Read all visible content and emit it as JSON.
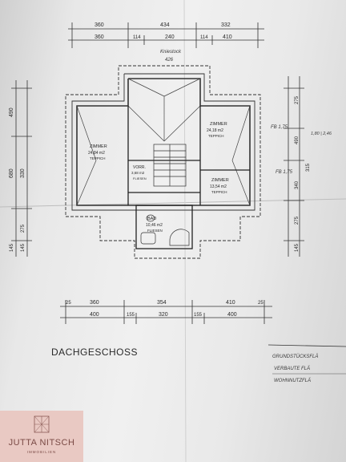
{
  "plan": {
    "title": "DACHGESCHOSS",
    "top_dims_row1": [
      "360",
      "434",
      "332"
    ],
    "top_dims_row2": [
      "360",
      "114",
      "240",
      "114",
      "410"
    ],
    "note_top": "Kniestock",
    "note_top2": "426",
    "bottom_dims_row1": [
      "25",
      "360",
      "354",
      "410",
      "25"
    ],
    "bottom_dims_row2": [
      "400",
      "155",
      "320",
      "155",
      "400"
    ],
    "left_dims": [
      "490",
      "680",
      "330",
      "145",
      "275",
      "145"
    ],
    "right_dims": [
      "275",
      "490",
      "315",
      "340",
      "275",
      "145"
    ],
    "rooms": [
      {
        "name": "ZIMMER",
        "area": "24,84 m2",
        "floor": "TEPPICH"
      },
      {
        "name": "ZIMMER",
        "area": "24,18 m2",
        "floor": "TEPPICH"
      },
      {
        "name": "VORR.",
        "area": "3,68 m2",
        "floor": "FLIESEN"
      },
      {
        "name": "ZIMMER",
        "area": "13,54 m2",
        "floor": "TEPPICH"
      },
      {
        "name": "BAD",
        "area": "10,46 m2",
        "floor": "FLIESEN"
      }
    ],
    "window_labels": [
      "FB 1,75",
      "FB 1,75"
    ],
    "side_notes": [
      "1,80 | 2,46"
    ],
    "legend": [
      "GRUNDSTÜCKSFLÄ",
      "VERBAUTE FLÄ",
      "WOHNNUTZFLÄ"
    ]
  },
  "logo": {
    "name": "JUTTA NITSCH",
    "sub": "IMMOBILIEN"
  }
}
